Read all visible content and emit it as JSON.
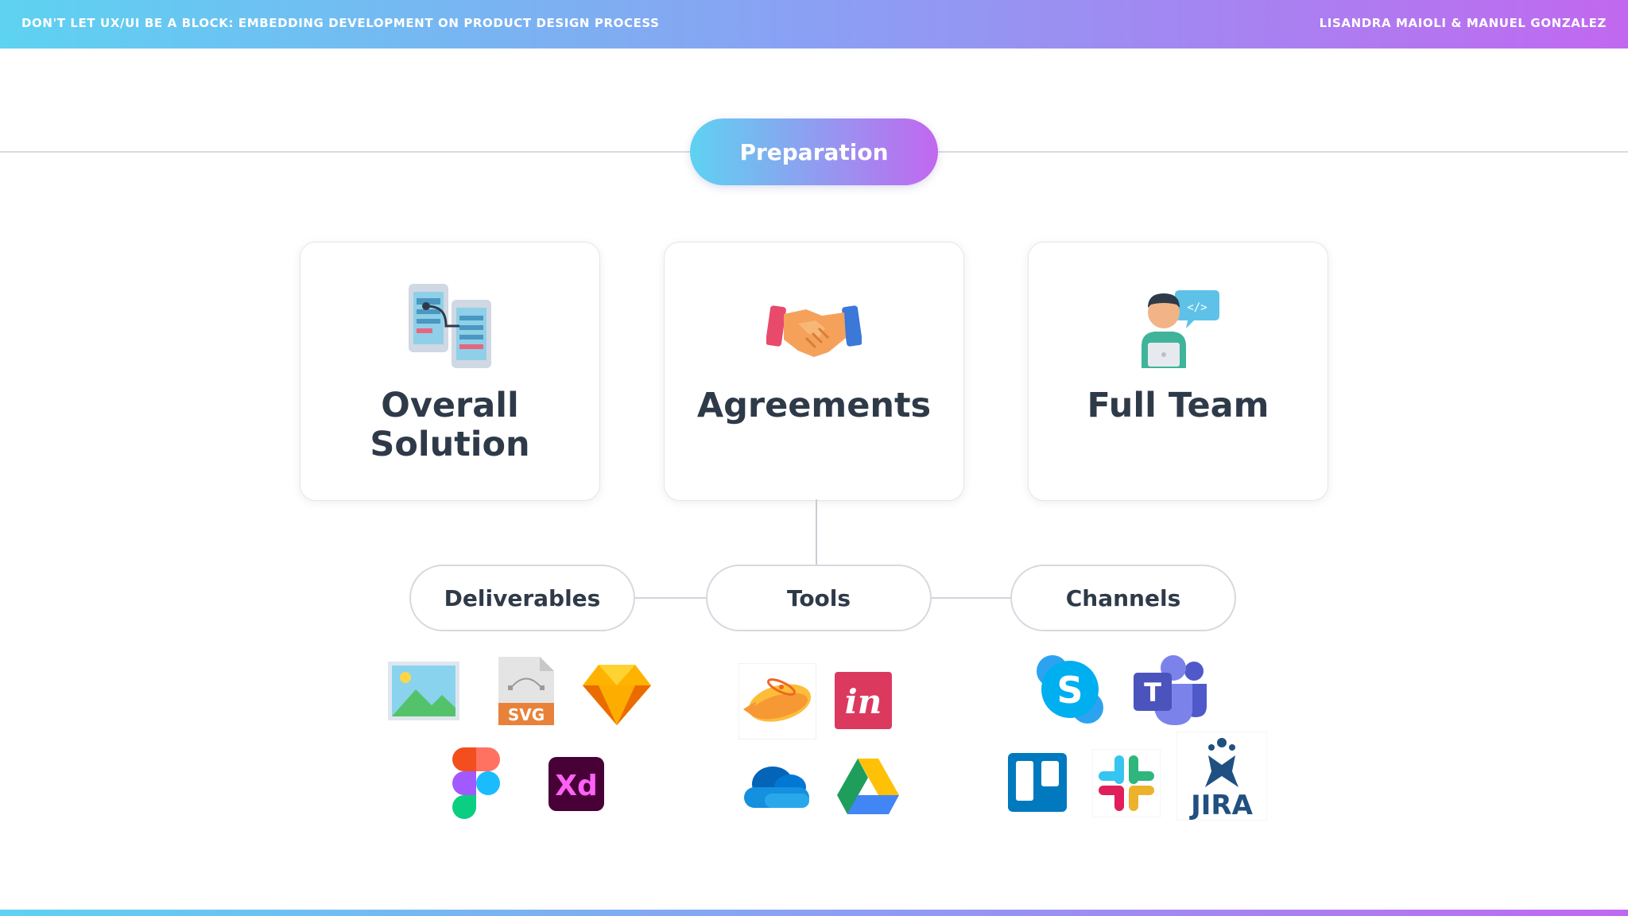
{
  "header": {
    "title": "DON'T LET UX/UI BE A BLOCK: EMBEDDING DEVELOPMENT ON PRODUCT DESIGN PROCESS",
    "authors": "LISANDRA MAIOLI & MANUEL GONZALEZ"
  },
  "main": {
    "stage_label": "Preparation",
    "cards": [
      {
        "title_line1": "Overall",
        "title_line2": "Solution",
        "icon": "mobile-flow-icon"
      },
      {
        "title_line1": "Agreements",
        "icon": "handshake-icon"
      },
      {
        "title_line1": "Full Team",
        "icon": "developer-icon"
      }
    ],
    "categories": [
      {
        "label": "Deliverables",
        "icons": [
          "image-icon",
          "svg-file-icon",
          "sketch-icon",
          "figma-icon",
          "adobe-xd-icon"
        ]
      },
      {
        "label": "Tools",
        "icons": [
          "zeplin-icon",
          "invision-icon",
          "onedrive-icon",
          "google-drive-icon"
        ]
      },
      {
        "label": "Channels",
        "icons": [
          "skype-icon",
          "teams-icon",
          "trello-icon",
          "slack-icon",
          "jira-icon"
        ]
      }
    ],
    "icon_text": {
      "svg": "SVG",
      "xd": "Xd",
      "invision": "in",
      "skype": "S",
      "teams": "T",
      "jira": "JIRA"
    }
  },
  "colors": {
    "gradient_start": "#5ed2f1",
    "gradient_end": "#c168ef",
    "text_dark": "#2f3a49"
  }
}
